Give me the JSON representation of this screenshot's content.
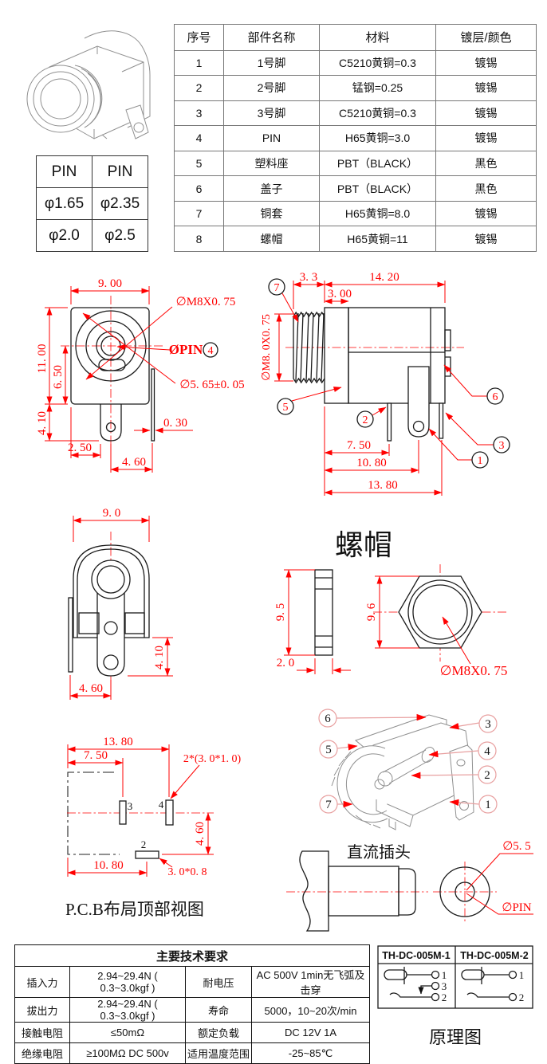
{
  "parts_table": {
    "headers": [
      "序号",
      "部件名称",
      "材料",
      "镀层/颜色"
    ],
    "rows": [
      [
        "1",
        "1号脚",
        "C5210黄铜=0.3",
        "镀锡"
      ],
      [
        "2",
        "2号脚",
        "锰钢=0.25",
        "镀锡"
      ],
      [
        "3",
        "3号脚",
        "C5210黄铜=0.3",
        "镀锡"
      ],
      [
        "4",
        "PIN",
        "H65黄铜=3.0",
        "镀锡"
      ],
      [
        "5",
        "塑料座",
        "PBT（BLACK）",
        "黑色"
      ],
      [
        "6",
        "盖子",
        "PBT（BLACK）",
        "黑色"
      ],
      [
        "7",
        "铜套",
        "H65黄铜=8.0",
        "镀锡"
      ],
      [
        "8",
        "螺帽",
        "H65黄铜=11",
        "镀锡"
      ]
    ]
  },
  "pin_table": {
    "headers": [
      "PIN",
      "PIN"
    ],
    "rows": [
      [
        "φ1.65",
        "φ2.35"
      ],
      [
        "φ2.0",
        "φ2.5"
      ]
    ]
  },
  "front_view": {
    "dim_width": "9. 00",
    "dim_height": "11. 00",
    "dim_center_h": "6. 50",
    "dim_pin_len": "4. 10",
    "dim_offset": "2. 50",
    "dim_pitch": "4. 60",
    "dim_lug": "0. 30",
    "label_thread": "∅M8X0. 75",
    "label_pin": "ØPIN",
    "balloon": "4",
    "label_barrel": "∅5. 65±0. 05"
  },
  "side_view": {
    "dim_thread_len": "3. 3",
    "dim_total_len": "14. 20",
    "dim_step": "3. 00",
    "label_thread": "∅M8. 0X0. 75",
    "dim_pin1": "7. 50",
    "dim_pin2": "10. 80",
    "dim_pin3": "13. 80",
    "balloon_7": "7",
    "balloon_5": "5",
    "balloon_2": "2",
    "balloon_6": "6",
    "balloon_3": "3",
    "balloon_1": "1"
  },
  "rear_view": {
    "dim_width": "9. 0",
    "dim_pin_len": "4. 10",
    "dim_pitch": "4. 60"
  },
  "nut": {
    "title": "螺帽",
    "dim_height": "9. 5",
    "dim_thickness": "2. 0",
    "dim_hex": "9. 6",
    "label_thread": "∅M8X0. 75"
  },
  "cutaway": {
    "balloon_6": "6",
    "balloon_3": "3",
    "balloon_5": "5",
    "balloon_4": "4",
    "balloon_2": "2",
    "balloon_7": "7",
    "balloon_1": "1"
  },
  "pcb": {
    "caption": "P.C.B布局顶部视图",
    "dim_total": "13. 80",
    "dim_pin1": "7. 50",
    "label_slots": "2*(3. 0*1. 0)",
    "dim_v": "4. 60",
    "dim_pin2": "10. 80",
    "label_slot2": "3. 0*0. 8",
    "pad_3": "3",
    "pad_4": "4",
    "pad_2": "2"
  },
  "plug": {
    "title": "直流插头",
    "label_dia": "∅5. 5",
    "label_pin": "∅PIN"
  },
  "tech_table": {
    "title": "主要技术要求",
    "rows": [
      [
        "插入力",
        "2.94~29.4N ( 0.3~3.0kgf )",
        "耐电压",
        "AC 500V 1min无飞弧及击穿"
      ],
      [
        "拔出力",
        "2.94~29.4N ( 0.3~3.0kgf )",
        "寿命",
        "5000，10~20次/min"
      ],
      [
        "接触电阻",
        "≤50mΩ",
        "额定负载",
        "DC 12V 1A"
      ],
      [
        "绝缘电阻",
        "≥100MΩ DC 500v",
        "适用温度范围",
        "-25~85℃"
      ]
    ]
  },
  "schematic": {
    "caption": "原理图",
    "model_1": "TH-DC-005M-1",
    "model_2": "TH-DC-005M-2",
    "m1_pins": [
      "1",
      "3",
      "2"
    ],
    "m2_pins": [
      "1",
      "2"
    ]
  },
  "colors": {
    "dim_red": "#ff0000",
    "drawing_black": "#1a1a1a",
    "iso_gray": "#909090",
    "balloon_pink": "#e8a0a0"
  }
}
